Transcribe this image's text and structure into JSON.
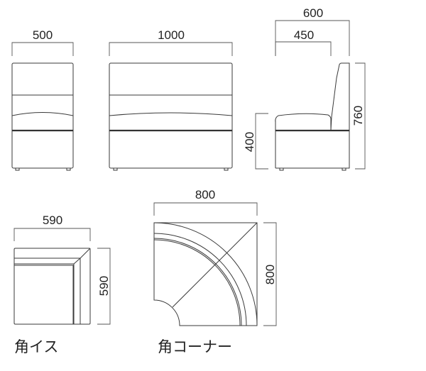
{
  "views": {
    "chair_front": {
      "width_label": "500"
    },
    "sofa_front": {
      "width_label": "1000"
    },
    "side": {
      "depth_label": "600",
      "seat_depth_label": "450",
      "seat_height_label": "400",
      "height_label": "760"
    },
    "corner_chair": {
      "width_label": "590",
      "depth_label": "590",
      "caption": "角イス"
    },
    "corner_unit": {
      "width_label": "800",
      "depth_label": "800",
      "caption": "角コーナー"
    }
  }
}
